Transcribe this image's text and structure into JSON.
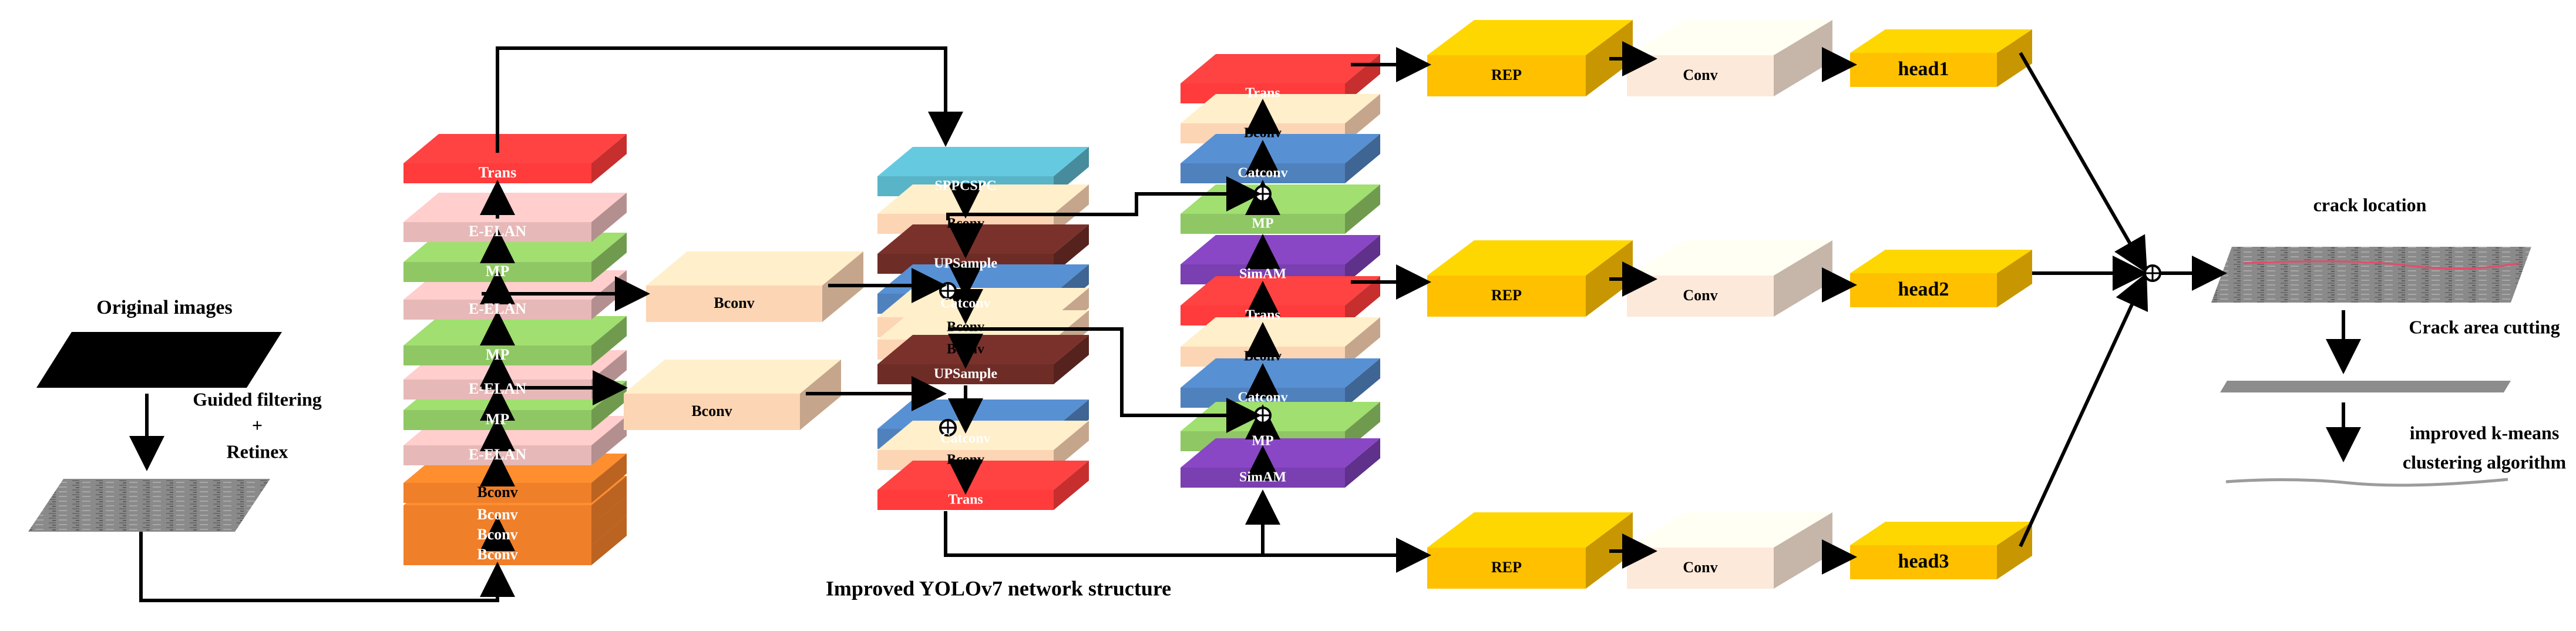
{
  "title": "Improved YOLOv7 network structure",
  "preprocess": {
    "original_label": "Original images",
    "filter_line1": "Guided filtering",
    "filter_line2": "+",
    "filter_line3": "Retinex"
  },
  "backbone": {
    "trans": "Trans",
    "eelan": "E-ELAN",
    "mp": "MP",
    "bconv": "Bconv"
  },
  "side_bconv": "Bconv",
  "neck": {
    "sppcspc": "SPPCSPC",
    "bconv": "Bconv",
    "upsample": "UPSample",
    "catconv": "Catconv",
    "trans": "Trans"
  },
  "head_col": {
    "trans": "Trans",
    "bconv": "Bconv",
    "catconv": "Catconv",
    "mp": "MP",
    "simam": "SimAM"
  },
  "outputs": {
    "rep": "REP",
    "conv": "Conv",
    "head1": "head1",
    "head2": "head2",
    "head3": "head3"
  },
  "post": {
    "crack_location": "crack location",
    "area_cutting": "Crack area cutting",
    "kmeans_line1": "improved k-means",
    "kmeans_line2": "clustering algorithm"
  },
  "colors": {
    "trans": "#ff3b3b",
    "eelan": "#e6b8b7",
    "mp": "#8fc764",
    "bconv_light": "#fcd5b4",
    "bconv_orange": "#f07f2a",
    "sppcspc": "#5ab4c8",
    "upsample": "#6e2c26",
    "catconv": "#4f81bd",
    "simam": "#7a3fb1",
    "rep": "#ffc000",
    "conv": "#fde9d9",
    "head": "#ffc000"
  }
}
